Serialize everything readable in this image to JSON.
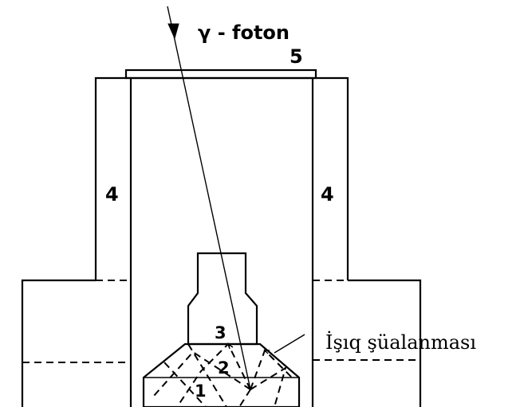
{
  "labels": {
    "photon": "γ - foton",
    "window": "5",
    "housing_left": "4",
    "housing_right": "4",
    "part_3": "3",
    "part_2": "2",
    "part_1": "1",
    "light_emission": "İşıq şüalanması"
  }
}
